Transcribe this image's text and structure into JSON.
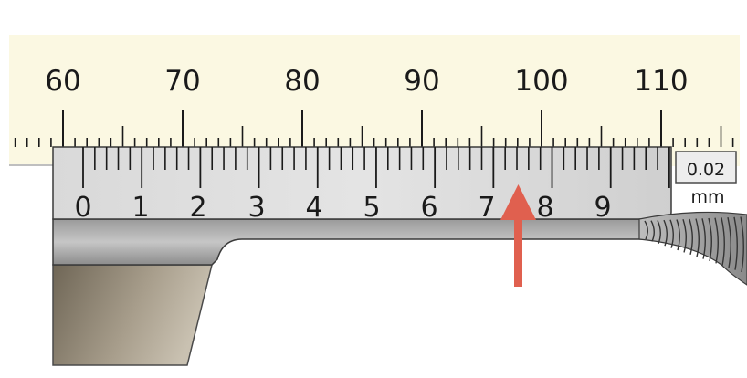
{
  "main_scale": {
    "labels": [
      "60",
      "70",
      "80",
      "90",
      "100",
      "110"
    ]
  },
  "vernier_scale": {
    "labels": [
      "0",
      "1",
      "2",
      "3",
      "4",
      "5",
      "6",
      "7",
      "8",
      "9"
    ],
    "resolution_value": "0.02",
    "resolution_unit": "mm"
  },
  "pointer": {
    "color": "#e0604f"
  },
  "colors": {
    "main_beam": "#fbf8e2",
    "vernier_plate": "#d6d6d6",
    "jaw": "#a89e8c"
  }
}
